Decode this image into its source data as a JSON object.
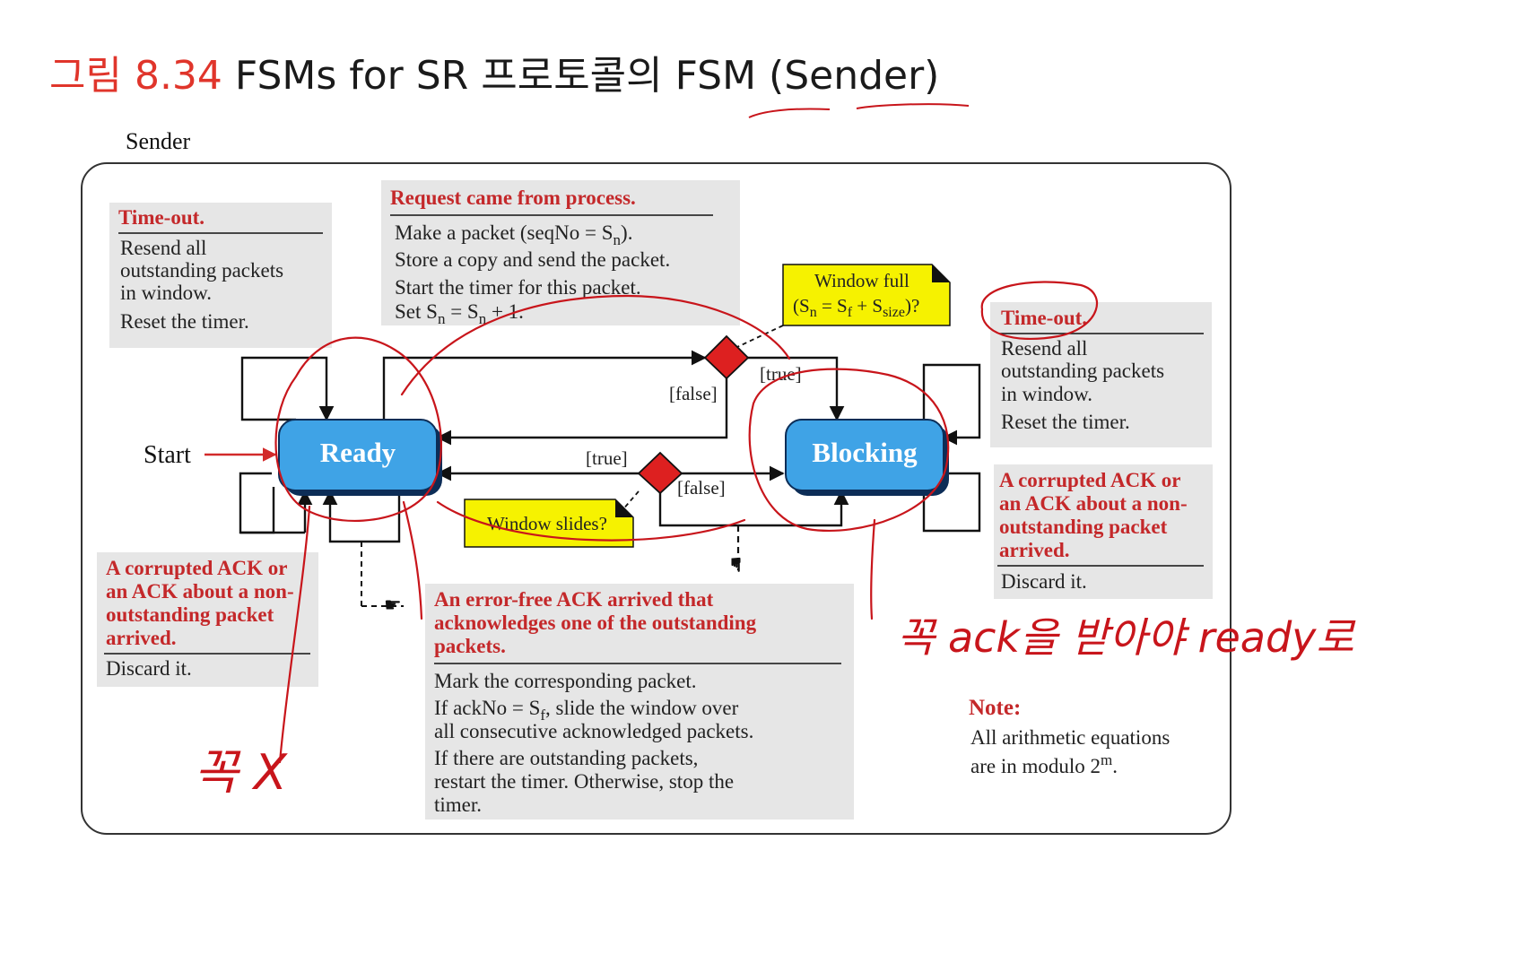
{
  "slide": {
    "title_prefix": "그림 8.34",
    "title_text": "FSMs for SR 프로토콜의 FSM (Sender)"
  },
  "diagram": {
    "heading": "Sender",
    "start_label": "Start",
    "states": {
      "ready": "Ready",
      "blocking": "Blocking"
    },
    "notes": {
      "timeout_left": {
        "title": "Time-out.",
        "lines": [
          "Resend all",
          "outstanding packets",
          "in window.",
          "Reset the timer."
        ]
      },
      "request": {
        "title": "Request came from process.",
        "lines": [
          "Make a packet (seqNo = S",
          "n",
          ").",
          "Store a copy and send the packet.",
          "Start the timer for this packet.",
          "Set S",
          "n",
          " = S",
          "n",
          " + 1."
        ]
      },
      "window_full": {
        "line1": "Window full",
        "line2_a": "(S",
        "line2_sub1": "n",
        "line2_b": " = S",
        "line2_sub2": "f",
        "line2_c": " + S",
        "line2_sub3": "size",
        "line2_d": ")?"
      },
      "timeout_right": {
        "title": "Time-out.",
        "lines": [
          "Resend all",
          "outstanding packets",
          "in window.",
          "Reset the timer."
        ]
      },
      "corrupted_right": {
        "title_lines": [
          "A corrupted ACK or",
          "an ACK about a non-",
          "outstanding packet",
          "arrived."
        ],
        "body": "Discard it."
      },
      "corrupted_left": {
        "title_lines": [
          "A corrupted ACK or",
          "an ACK about a non-",
          "outstanding packet",
          "arrived."
        ],
        "body": "Discard it."
      },
      "window_slides": "Window slides?",
      "error_free": {
        "title_lines": [
          "An error-free ACK arrived that",
          "acknowledges one of the outstanding",
          "packets."
        ],
        "l1": "Mark the corresponding packet.",
        "l2a": "If ackNo = S",
        "l2sub": "f",
        "l2b": ", slide the window over",
        "l3": "all consecutive acknowledged packets.",
        "l4": "If there are outstanding packets,",
        "l5": "restart the timer. Otherwise, stop the",
        "l6": "timer."
      },
      "note": {
        "title": "Note:",
        "line1": "All arithmetic equations",
        "line2a": "are in modulo 2",
        "line2sup": "m",
        "line2b": "."
      }
    },
    "decision_labels": {
      "top_false": "[false]",
      "top_true": "[true]",
      "bottom_true": "[true]",
      "bottom_false": "[false]"
    }
  },
  "handwriting": {
    "left_note": "꼭 X",
    "right_note": "꼭 ack을 받아야 ready로"
  },
  "colors": {
    "title_red": "#e0352b",
    "note_red": "#c4282a",
    "note_bg": "#e6e6e6",
    "state_blue": "#3fa3e6",
    "state_shadow": "#0c2d57",
    "decision_red": "#dd2020",
    "yellow": "#f6f200",
    "ink_red": "#c8151b"
  }
}
